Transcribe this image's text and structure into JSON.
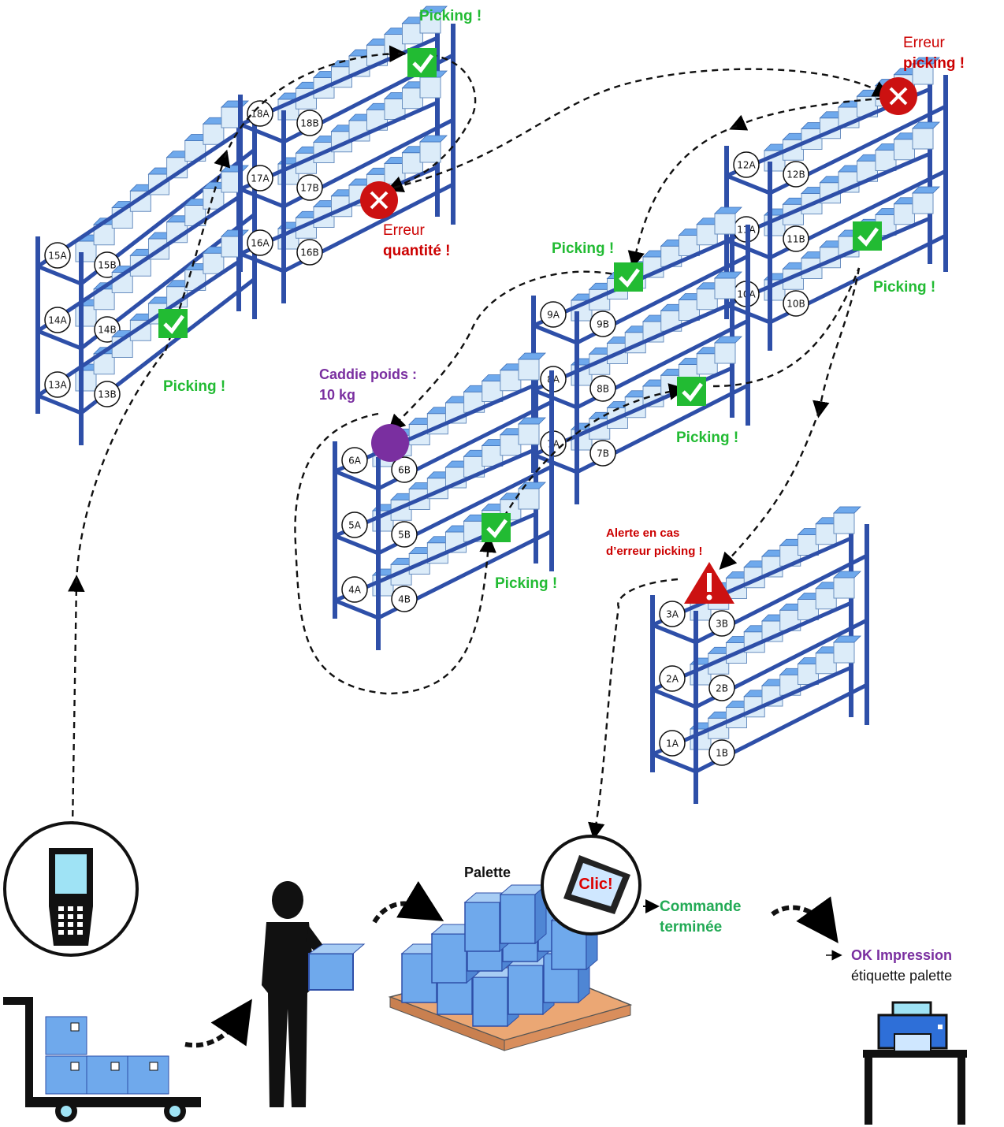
{
  "colors": {
    "rack": "#2e4fa8",
    "box": "#dcecf9",
    "box_top": "#6fa9ec",
    "ok": "#22bb33",
    "error": "#cc1111",
    "caddie": "#7a2fa0",
    "pallet": "#eba774"
  },
  "icons": {
    "check": "check-icon",
    "error": "cross-icon",
    "warning": "warning-icon",
    "scanner": "handheld-scanner-icon",
    "worker": "worker-icon",
    "trolley": "trolley-icon",
    "printer": "printer-icon"
  },
  "labels": {
    "picking": "Picking !",
    "erreur_picking": [
      "Erreur",
      "picking !"
    ],
    "erreur_quantite": [
      "Erreur",
      "quantité !"
    ],
    "caddie_poids": [
      "Caddie poids :",
      "10 kg"
    ],
    "alerte": [
      "Alerte en cas",
      "d’erreur picking !"
    ],
    "palette": "Palette",
    "clic": "Clic!",
    "commande_terminee": [
      "Commande",
      "terminée"
    ],
    "ok_impression": "OK Impression",
    "etiquette_palette": "étiquette palette"
  },
  "locations": {
    "rack_13_15": [
      "15A",
      "15B",
      "14A",
      "14B",
      "13A",
      "13B"
    ],
    "rack_16_18": [
      "18A",
      "18B",
      "17A",
      "17B",
      "16A",
      "16B"
    ],
    "rack_10_12": [
      "12A",
      "12B",
      "11A",
      "11B",
      "10A",
      "10B"
    ],
    "rack_7_9": [
      "9A",
      "9B",
      "8A",
      "8B",
      "7A",
      "7B"
    ],
    "rack_4_6": [
      "6A",
      "6B",
      "5A",
      "5B",
      "4A",
      "4B"
    ],
    "rack_1_3": [
      "3A",
      "3B",
      "2A",
      "2B",
      "1A",
      "1B"
    ]
  }
}
